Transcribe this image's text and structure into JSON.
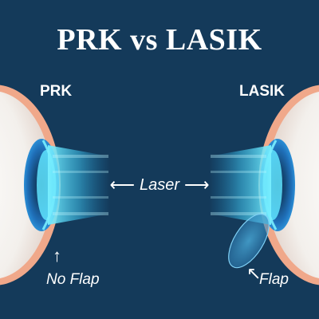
{
  "title": "PRK vs LASIK",
  "left_label": "PRK",
  "right_label": "LASIK",
  "center_label": "Laser",
  "left_caption": "No Flap",
  "right_caption": "Flap",
  "colors": {
    "background": "#143a5a",
    "sclera": "#f3f0ec",
    "skin_rim": "#f0a88a",
    "iris": "#1f6fb8",
    "laser": "#5fe4ff"
  }
}
